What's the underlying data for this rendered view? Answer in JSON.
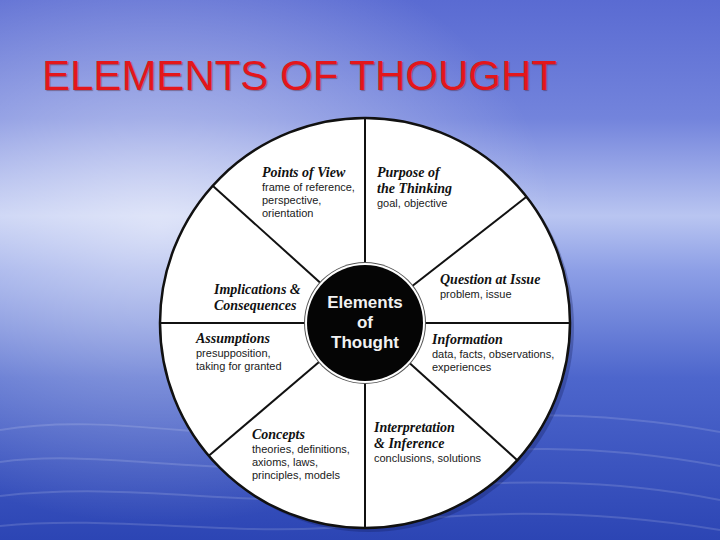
{
  "diagram": {
    "title": "ELEMENTS OF THOUGHT",
    "nodes": [
      {
        "text": [
          "Points of View",
          "frame of reference, perspective, orientation"
        ]
      },
      {
        "text": [
          "Purpose of the Thinking",
          "goal, objective"
        ]
      },
      {
        "text": [
          "Question at Issue",
          "problem, issue"
        ]
      },
      {
        "text": [
          "Information",
          "data, facts, observations, experiences"
        ]
      },
      {
        "text": [
          "Interpretation & Inference",
          "conclusions, solutions"
        ]
      },
      {
        "text": [
          "Concepts",
          "theories, definitions, axioms, laws, principles, models"
        ]
      },
      {
        "text": [
          "Assumptions",
          "presupposition, taking for granted"
        ]
      },
      {
        "text": [
          "Implications & Consequences"
        ]
      },
      {
        "text": [
          "Elements of Thought"
        ]
      }
    ]
  }
}
